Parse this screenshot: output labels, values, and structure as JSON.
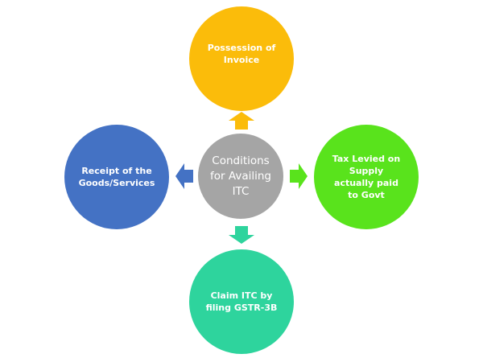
{
  "center": {
    "label": "Conditions for Availing ITC",
    "color": "#a5a5a5"
  },
  "nodes": {
    "top": {
      "label": "Possession of Invoice",
      "color": "#fbbc0a"
    },
    "left": {
      "label": "Receipt of the Goods/Services",
      "color": "#4472c4"
    },
    "right": {
      "label": "Tax Levied on Supply actually paid to Govt",
      "color": "#59e31c"
    },
    "bottom": {
      "label": "Claim ITC by filing GSTR-3B",
      "color": "#2ed49d"
    }
  }
}
